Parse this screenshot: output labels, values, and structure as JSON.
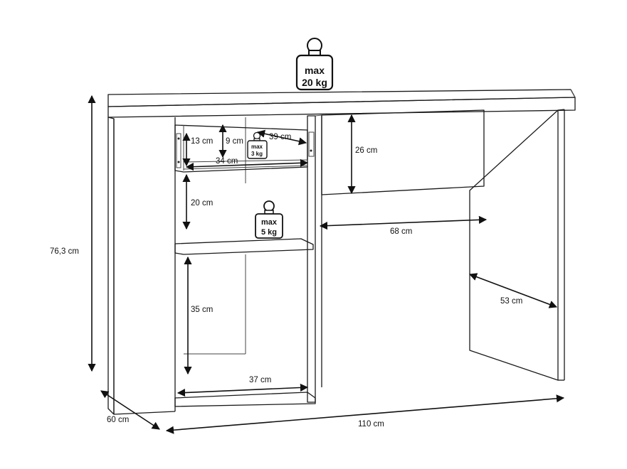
{
  "dimensions": {
    "height_total": "76,3 cm",
    "depth_total": "60 cm",
    "width_total": "110 cm",
    "drawer_height_outer": "13 cm",
    "drawer_height_inner": "9 cm",
    "drawer_depth": "39 cm",
    "drawer_width": "34 cm",
    "upper_shelf_height": "20 cm",
    "lower_compartment_height": "35 cm",
    "lower_compartment_width": "37 cm",
    "knee_space_width": "68 cm",
    "knee_space_depth": "53 cm",
    "apron_height": "26 cm"
  },
  "weights": {
    "top": {
      "line1": "max",
      "line2": "20 kg"
    },
    "drawer": {
      "line1": "max",
      "line2": "3 kg"
    },
    "shelf": {
      "line1": "max",
      "line2": "5 kg"
    }
  }
}
